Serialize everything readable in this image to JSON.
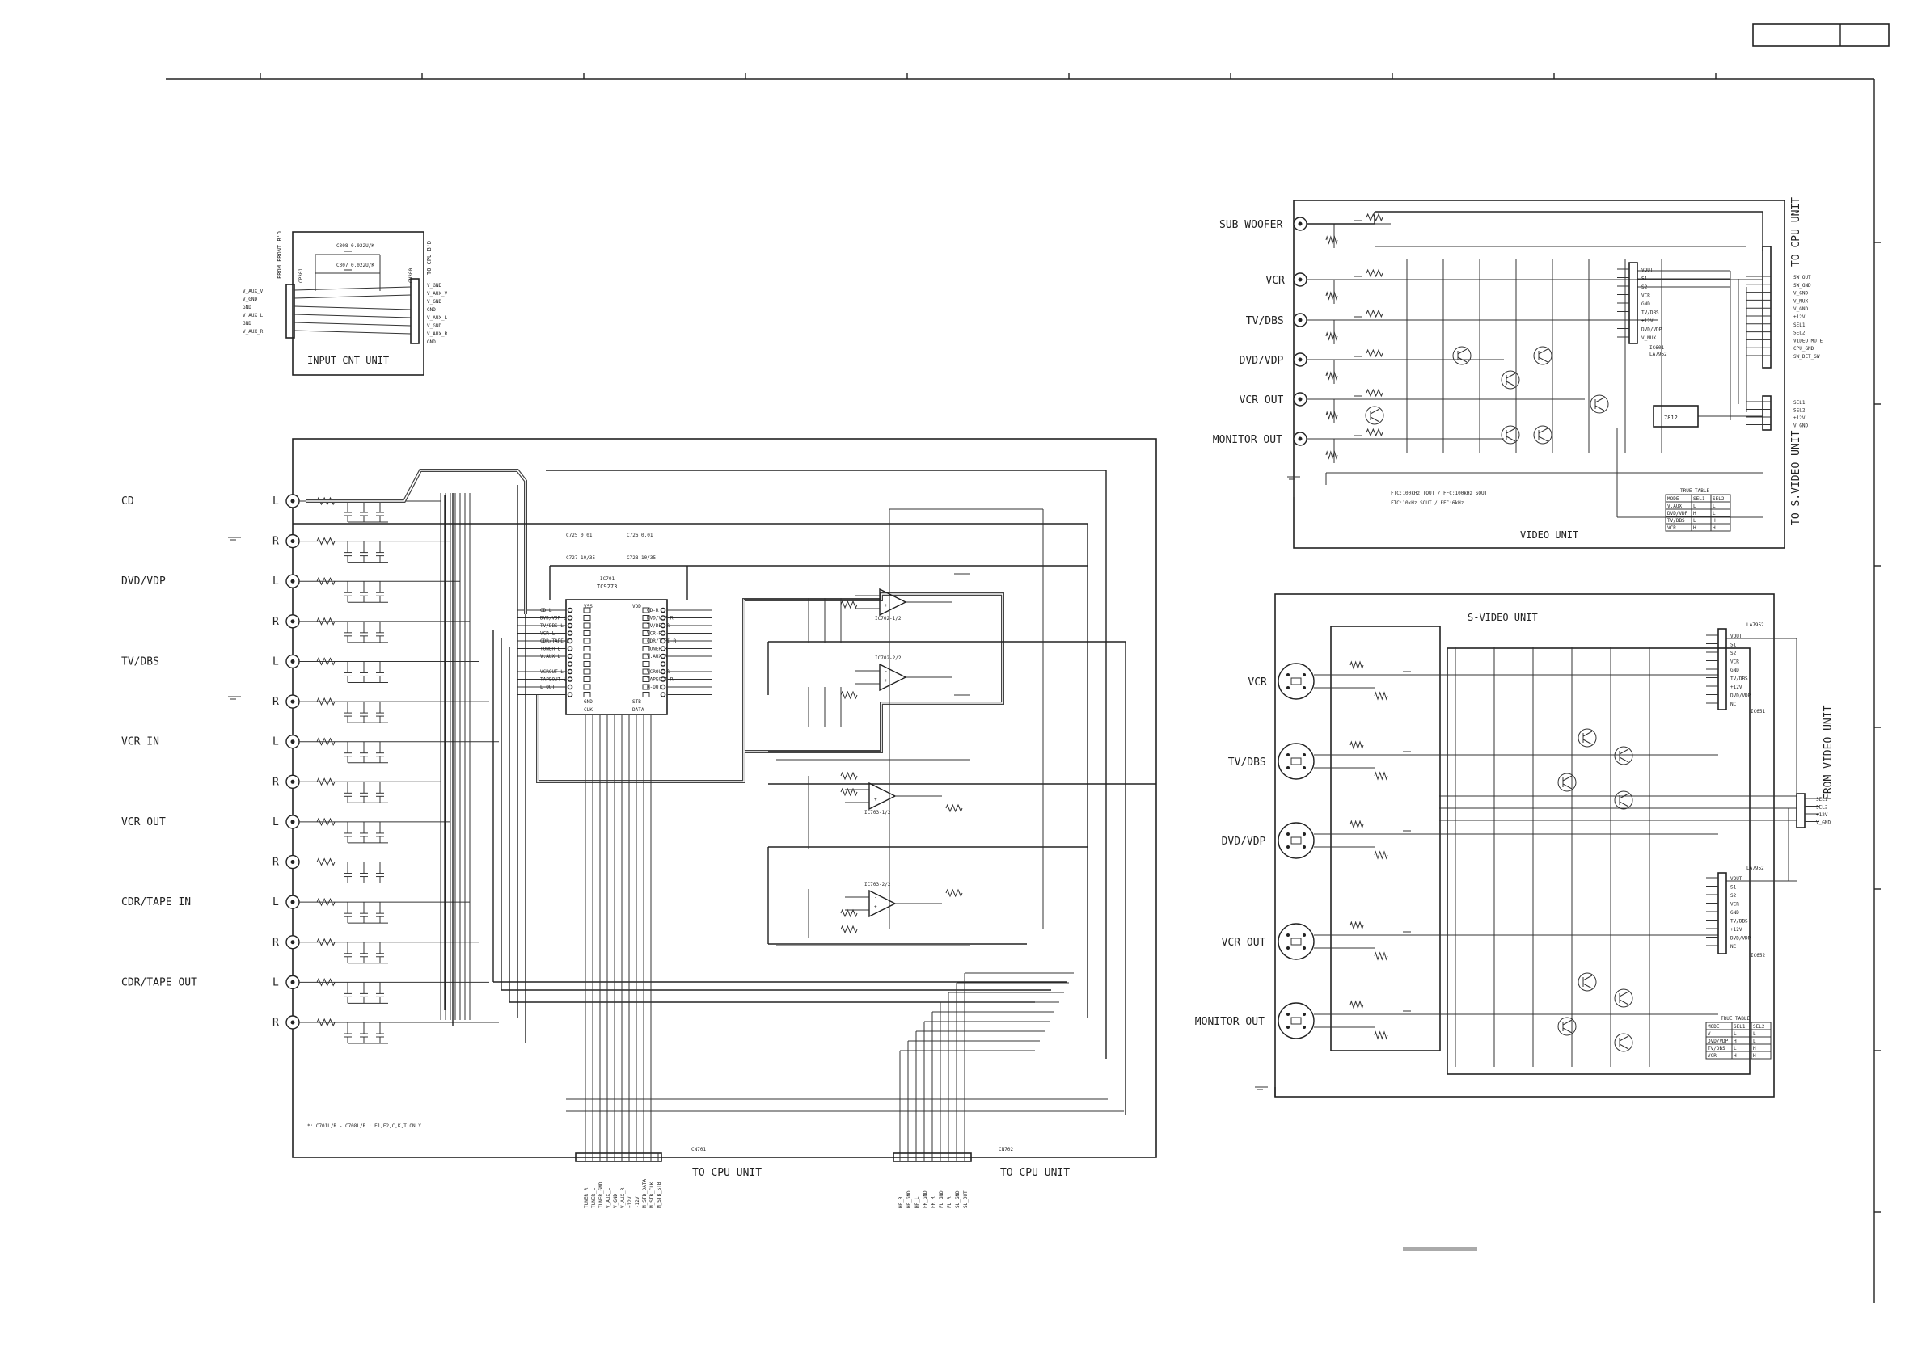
{
  "input_cnt": {
    "title": "INPUT CNT UNIT",
    "left_conn": "FROM FRONT B'D",
    "right_conn": "TO CPU B'D",
    "left_ref": "CP301",
    "right_ref": "CN300",
    "caps": [
      "C308 0.022U/K",
      "C307 0.022U/K"
    ],
    "left_pins": [
      "V_AUX_V",
      "V_GND",
      "GND",
      "V_AUX_L",
      "GND",
      "V_AUX_R"
    ],
    "right_pins": [
      "V_GND",
      "V_AUX_V",
      "V_GND",
      "GND",
      "V_AUX_L",
      "V_GND",
      "V_AUX_R",
      "GND"
    ]
  },
  "audio": {
    "inputs": [
      {
        "name": "CD",
        "ch": "L"
      },
      {
        "name": "",
        "ch": "R"
      },
      {
        "name": "DVD/VDP",
        "ch": "L"
      },
      {
        "name": "",
        "ch": "R"
      },
      {
        "name": "TV/DBS",
        "ch": "L"
      },
      {
        "name": "",
        "ch": "R"
      },
      {
        "name": "VCR IN",
        "ch": "L"
      },
      {
        "name": "",
        "ch": "R"
      },
      {
        "name": "VCR OUT",
        "ch": "L"
      },
      {
        "name": "",
        "ch": "R"
      },
      {
        "name": "CDR/TAPE IN",
        "ch": "L"
      },
      {
        "name": "",
        "ch": "R"
      },
      {
        "name": "CDR/TAPE OUT",
        "ch": "L"
      },
      {
        "name": "",
        "ch": "R"
      }
    ],
    "ic701": {
      "ref": "IC701",
      "part": "TC9273",
      "left_pins": [
        "CD-L",
        "DVD/VDP-L",
        "TV/DBS-L",
        "VCR-L",
        "CDR/TAPE-L",
        "TUNER-L",
        "V.AUX-L",
        "",
        "VCROUT-L",
        "TAPEOUT-L",
        "L-OUT",
        ""
      ],
      "right_pins": [
        "CD-R",
        "DVD/VDP-R",
        "TV/DBS-R",
        "VCR-R",
        "CDR/TAPE-R",
        "TUNER-R",
        "V.AUX-R",
        "",
        "VCROUT-R",
        "TAPEOUT-R",
        "R-OUT",
        ""
      ],
      "top_labels": [
        "VSS",
        "VDD"
      ],
      "bottom_labels": [
        "GND",
        "CLK",
        "STB",
        "DATA"
      ]
    },
    "caps_top": [
      "C725 0.01",
      "C726 0.01",
      "C727 10/35",
      "C728 10/35"
    ],
    "opamps": [
      "IC702-1/2",
      "IC702-2/2",
      "IC703-1/2",
      "IC703-2/2"
    ],
    "footnote": "*: C701L/R - C708L/R : E1,E2,C,K,T ONLY",
    "cn701": {
      "ref": "CN701",
      "label": "TO CPU UNIT",
      "pins": [
        "TUNER_R",
        "TUNER_L",
        "TUNER_GND",
        "V_AUX_L",
        "V_GND",
        "V_AUX_R",
        "+12V",
        "-12V",
        "M_STB_DATA",
        "M_STB_CLK",
        "M_STB_STB"
      ]
    },
    "cn702": {
      "ref": "CN702",
      "label": "TO CPU UNIT",
      "pins": [
        "HP_R",
        "HP_GND",
        "HP_L",
        "FR_GND",
        "FR_R",
        "FL_GND",
        "FL_R",
        "SL_GND",
        "SL_OUT"
      ]
    }
  },
  "video": {
    "title": "VIDEO UNIT",
    "inputs": [
      "SUB WOOFER",
      "VCR",
      "TV/DBS",
      "DVD/VDP",
      "VCR OUT",
      "MONITOR OUT"
    ],
    "to_cpu": "TO CPU UNIT",
    "to_svideo": "TO S.VIDEO UNIT",
    "cpu_pins": [
      "SW_OUT",
      "SW_GND",
      "V_GND",
      "V_MUX",
      "V_GND",
      "+12V",
      "SEL1",
      "SEL2",
      "VIDEO_MUTE",
      "CPU_GND",
      "SW_DET_SW"
    ],
    "sv_pins": [
      "SEL1",
      "SEL2",
      "+12V",
      "V_GND"
    ],
    "ic601": {
      "ref": "IC601",
      "part": "LA7952",
      "pins": [
        "VOUT",
        "S1",
        "S2",
        "VCR",
        "GND",
        "TV/DBS",
        "+12V",
        "DVD/VDP",
        "V_MUX"
      ]
    },
    "regulator": "7812",
    "note1": "FTC:100kHz TOUT / FFC:100kHz SOUT",
    "note2": "FTC:10kHz SOUT / FFC:6kHz",
    "truth_table": {
      "title": "TRUE TABLE",
      "headers": [
        "MODE",
        "SEL1",
        "SEL2"
      ],
      "rows": [
        [
          "V.AUX",
          "L",
          "L"
        ],
        [
          "DVD/VDP",
          "H",
          "L"
        ],
        [
          "TV/DBS",
          "L",
          "H"
        ],
        [
          "VCR",
          "H",
          "H"
        ]
      ]
    }
  },
  "svideo": {
    "title": "S-VIDEO UNIT",
    "inputs": [
      "VCR",
      "TV/DBS",
      "DVD/VDP",
      "VCR OUT",
      "MONITOR OUT"
    ],
    "from_video": "FROM VIDEO UNIT",
    "conn_pins": [
      "SEL1",
      "SEL2",
      "+12V",
      "V_GND"
    ],
    "ic651": {
      "ref": "IC651",
      "part": "LA7952",
      "pins": [
        "VOUT",
        "S1",
        "S2",
        "VCR",
        "GND",
        "TV/DBS",
        "+12V",
        "DVD/VDP",
        "NC"
      ]
    },
    "ic652": {
      "ref": "IC652",
      "part": "LA7952",
      "pins": [
        "VOUT",
        "S1",
        "S2",
        "VCR",
        "GND",
        "TV/DBS",
        "+12V",
        "DVD/VDP",
        "NC"
      ]
    },
    "truth_table": {
      "title": "TRUE TABLE",
      "headers": [
        "MODE",
        "SEL1",
        "SEL2"
      ],
      "rows": [
        [
          "V",
          "L",
          "L"
        ],
        [
          "DVD/VDP",
          "H",
          "L"
        ],
        [
          "TV/DBS",
          "L",
          "H"
        ],
        [
          "VCR",
          "H",
          "H"
        ]
      ]
    }
  }
}
